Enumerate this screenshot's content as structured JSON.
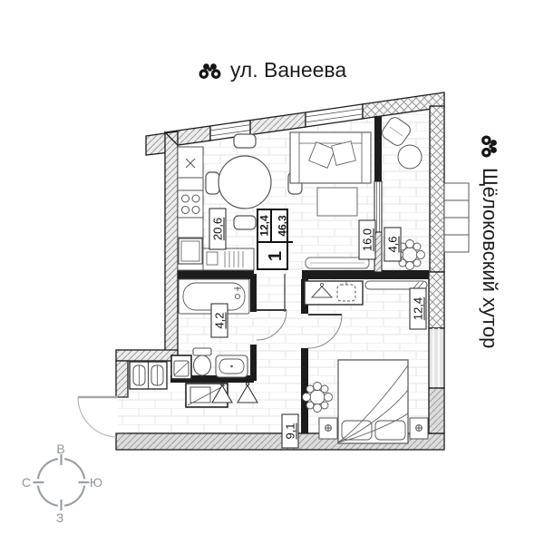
{
  "page": {
    "background": "#ffffff"
  },
  "streets": {
    "top": {
      "label": "ул. Ванеева",
      "icon": "binoculars-icon"
    },
    "right": {
      "label": "Щёлоковский хутор",
      "icon": "binoculars-icon"
    }
  },
  "stamp": {
    "rooms_count": "1",
    "living_area": "12,4",
    "total_area": "46,3"
  },
  "areas": {
    "kitchen_living": "20,6",
    "living_zone": "16,0",
    "balcony": "4,6",
    "bathroom": "4,2",
    "bedroom": "12,4",
    "hallway": "9,1"
  },
  "compass": {
    "top": "В",
    "right": "Ю",
    "bottom": "З",
    "left": "С",
    "color": "#8f959c"
  },
  "plan_colors": {
    "wall_black": "#1c1c1c",
    "wall_hatch_fill": "#ececec",
    "wall_hatch_line": "#8f8f8f",
    "floor_line": "#e3e3e3",
    "furniture_line": "#565656",
    "door_entrance": "#a7a7a7"
  }
}
